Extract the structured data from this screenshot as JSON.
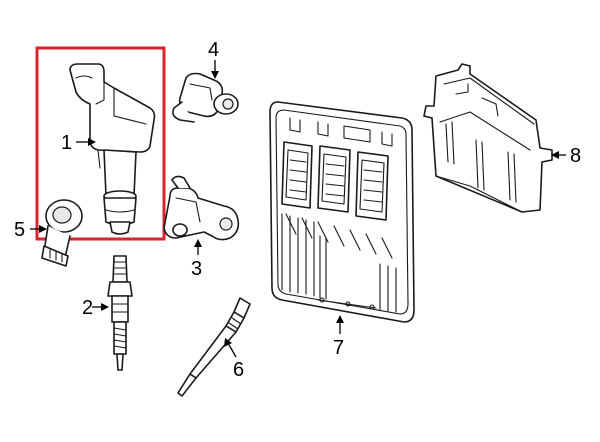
{
  "diagram": {
    "highlight_color": "#d9232e",
    "callouts": [
      {
        "id": "1",
        "label": "1"
      },
      {
        "id": "2",
        "label": "2"
      },
      {
        "id": "3",
        "label": "3"
      },
      {
        "id": "4",
        "label": "4"
      },
      {
        "id": "5",
        "label": "5"
      },
      {
        "id": "6",
        "label": "6"
      },
      {
        "id": "7",
        "label": "7"
      },
      {
        "id": "8",
        "label": "8"
      }
    ]
  }
}
